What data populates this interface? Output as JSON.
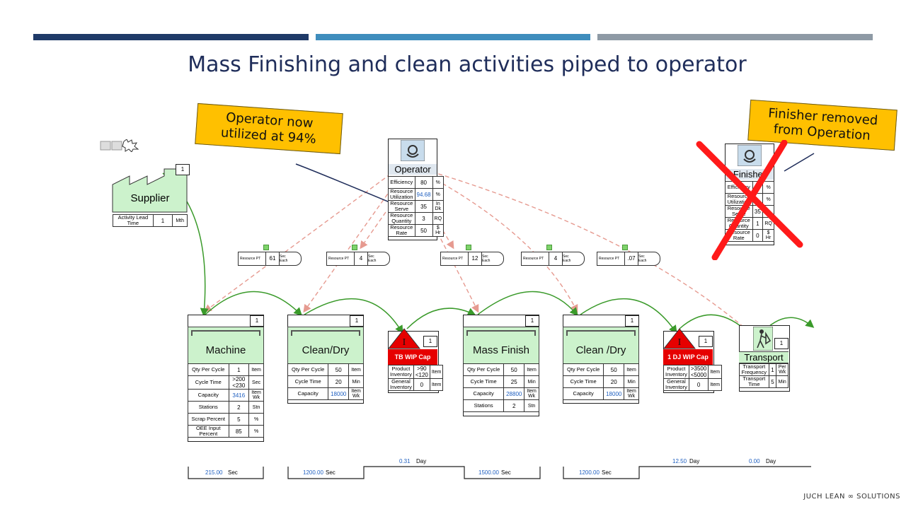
{
  "title": "Mass Finishing and clean activities piped to operator",
  "header_bars": [
    "#1f3a68",
    "#3f8dbd",
    "#8e9aa5"
  ],
  "callouts": {
    "left": "Operator now utilized at 94%",
    "right": "Finisher removed from Operation"
  },
  "supplier": {
    "name": "Supplier",
    "count": "1",
    "row_label": "Activity Lead Time",
    "row_value": "1",
    "row_unit": "Mth"
  },
  "operator": {
    "name": "Operator",
    "rows": [
      {
        "label": "Efficiency",
        "value": "80",
        "unit": "%"
      },
      {
        "label": "Resource Utilization",
        "value": "94.68",
        "unit": "%"
      },
      {
        "label": "Resource Serve",
        "value": "35",
        "unit": "In Dk"
      },
      {
        "label": "Resource Quantity",
        "value": "3",
        "unit": "RQ"
      },
      {
        "label": "Resource Rate",
        "value": "50",
        "unit": "$ Hr"
      }
    ]
  },
  "finisher": {
    "name": "Finisher",
    "rows": [
      {
        "label": "Efficiency",
        "value": "",
        "unit": "%"
      },
      {
        "label": "Resource Utilization",
        "value": "",
        "unit": "%"
      },
      {
        "label": "Resource Serve",
        "value": "35",
        "unit": ""
      },
      {
        "label": "Resource Quantity",
        "value": "1",
        "unit": "RQ"
      },
      {
        "label": "Resource Rate",
        "value": "0",
        "unit": "$ Hr"
      }
    ]
  },
  "resource_pills": [
    {
      "label": "Resource PT",
      "value": "61",
      "unit": "Sec Each"
    },
    {
      "label": "Resource PT",
      "value": "4",
      "unit": "Sec Each"
    },
    {
      "label": "Resource PT",
      "value": "12",
      "unit": "Sec Each"
    },
    {
      "label": "Resource PT",
      "value": "4",
      "unit": "Sec Each"
    },
    {
      "label": "Resource PT",
      "value": ".07",
      "unit": "Sec Each"
    }
  ],
  "processes": {
    "machine": {
      "name": "Machine",
      "count": "1",
      "rows": [
        {
          "label": "Qty Per Cycle",
          "value": "1",
          "unit": "Item"
        },
        {
          "label": "Cycle Time",
          "value": ">200 <230",
          "unit": "Sec"
        },
        {
          "label": "Capacity",
          "value": "3416",
          "unit": "Item Wk"
        },
        {
          "label": "Stations",
          "value": "2",
          "unit": "Stn"
        },
        {
          "label": "Scrap Percent",
          "value": "5",
          "unit": "%"
        },
        {
          "label": "OEE Input Percent",
          "value": "85",
          "unit": "%"
        }
      ]
    },
    "clean1": {
      "name": "Clean/Dry",
      "count": "1",
      "rows": [
        {
          "label": "Qty Per Cycle",
          "value": "50",
          "unit": "Item"
        },
        {
          "label": "Cycle Time",
          "value": "20",
          "unit": "Min"
        },
        {
          "label": "Capacity",
          "value": "18000",
          "unit": "Item Wk"
        }
      ]
    },
    "mass": {
      "name": "Mass Finish",
      "count": "1",
      "rows": [
        {
          "label": "Qty Per Cycle",
          "value": "50",
          "unit": "Item"
        },
        {
          "label": "Cycle Time",
          "value": "25",
          "unit": "Min"
        },
        {
          "label": "Capacity",
          "value": "28800",
          "unit": "Item Wk"
        },
        {
          "label": "Stations",
          "value": "2",
          "unit": "Stn"
        }
      ]
    },
    "clean2": {
      "name": "Clean /Dry",
      "count": "1",
      "rows": [
        {
          "label": "Qty Per Cycle",
          "value": "50",
          "unit": "Item"
        },
        {
          "label": "Cycle Time",
          "value": "20",
          "unit": "Min"
        },
        {
          "label": "Capacity",
          "value": "18000",
          "unit": "Item Wk"
        }
      ]
    }
  },
  "wip1": {
    "name": "TB WIP Cap",
    "count": "1",
    "rows": [
      {
        "label": "Product Inventory",
        "value": ">90 <120",
        "unit": "Item"
      },
      {
        "label": "General Inventory",
        "value": "0",
        "unit": "Item"
      }
    ]
  },
  "wip2": {
    "name": "1 DJ WIP Cap",
    "count": "1",
    "rows": [
      {
        "label": "Product Inventory",
        "value": ">3500 <5000",
        "unit": "Item"
      },
      {
        "label": "General Inventory",
        "value": "0",
        "unit": "Item"
      }
    ]
  },
  "transport": {
    "name": "Transport",
    "count": "1",
    "rows": [
      {
        "label": "Transport Frequency",
        "value": "1",
        "unit": "Per Wk"
      },
      {
        "label": "Transport Time",
        "value": "5",
        "unit": "Min"
      }
    ]
  },
  "timeline": {
    "low": [
      {
        "value": "215.00",
        "unit": "Sec"
      },
      {
        "value": "1200.00",
        "unit": "Sec"
      },
      {
        "value": "1500.00",
        "unit": "Sec"
      },
      {
        "value": "1200.00",
        "unit": "Sec"
      }
    ],
    "high": [
      {
        "value": "0.31",
        "unit": "Day"
      },
      {
        "value": "12.50",
        "unit": "Day"
      },
      {
        "value": "0.00",
        "unit": "Day"
      }
    ]
  },
  "logo": "JUCH LEAN ∞ SOLUTIONS",
  "colors": {
    "process_fill": "#ccf2cc",
    "wip_red": "#e60000",
    "callout": "#ffc000",
    "title": "#1f2d5a",
    "info_arrow": "#e69a90",
    "flow_arrow": "#3a9a2a"
  }
}
